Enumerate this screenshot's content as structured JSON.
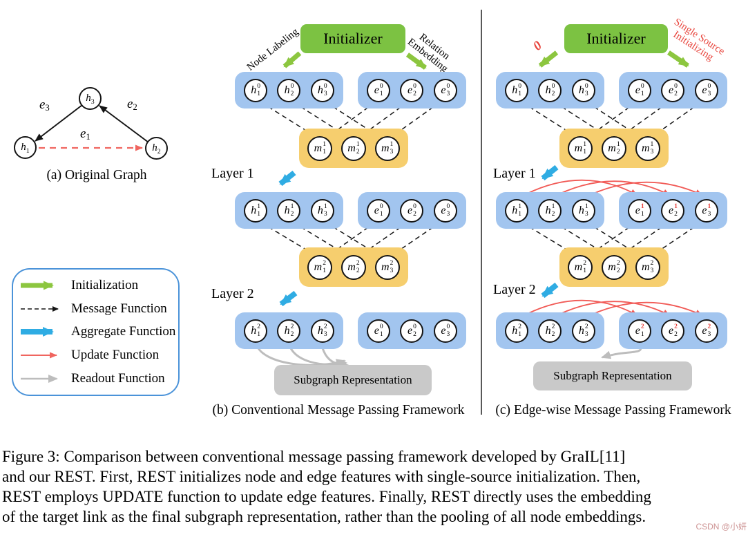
{
  "watermark": "CSDN @小妍",
  "panel_a": {
    "caption": "(a) Original Graph",
    "nodes": [
      {
        "b": "h",
        "sub": "1"
      },
      {
        "b": "h",
        "sub": "2"
      },
      {
        "b": "h",
        "sub": "3"
      }
    ],
    "edges": [
      {
        "b": "e",
        "sub": "1"
      },
      {
        "b": "e",
        "sub": "2"
      },
      {
        "b": "e",
        "sub": "3"
      }
    ]
  },
  "legend": {
    "items": [
      {
        "label": "Initialization",
        "arrow": "initialization-arrow",
        "color": "#8CC63F"
      },
      {
        "label": "Message Function",
        "arrow": "message-arrow",
        "color": "#151515"
      },
      {
        "label": "Aggregate Function",
        "arrow": "aggregate-arrow",
        "color": "#2FACE3"
      },
      {
        "label": "Update Function",
        "arrow": "update-arrow",
        "color": "#F0655F"
      },
      {
        "label": "Readout Function",
        "arrow": "readout-arrow",
        "color": "#BDBDBD"
      }
    ]
  },
  "panel_b": {
    "caption": "(b) Conventional Message Passing Framework",
    "initializer": "Initializer",
    "annotation_left": "Node Labeling",
    "annotation_right_1": "Relation",
    "annotation_right_2": "Embedding",
    "layer1": "Layer 1",
    "layer2": "Layer 2",
    "subgraph": "Subgraph Representation",
    "h0": [
      {
        "b": "h",
        "sub": "1",
        "sup": "0"
      },
      {
        "b": "h",
        "sub": "2",
        "sup": "0"
      },
      {
        "b": "h",
        "sub": "3",
        "sup": "0"
      }
    ],
    "e0": [
      {
        "b": "e",
        "sub": "1",
        "sup": "0"
      },
      {
        "b": "e",
        "sub": "2",
        "sup": "0"
      },
      {
        "b": "e",
        "sub": "3",
        "sup": "0"
      }
    ],
    "m1": [
      {
        "b": "m",
        "sub": "1",
        "sup": "1"
      },
      {
        "b": "m",
        "sub": "2",
        "sup": "1"
      },
      {
        "b": "m",
        "sub": "3",
        "sup": "1"
      }
    ],
    "h1": [
      {
        "b": "h",
        "sub": "1",
        "sup": "1"
      },
      {
        "b": "h",
        "sub": "2",
        "sup": "1"
      },
      {
        "b": "h",
        "sub": "3",
        "sup": "1"
      }
    ],
    "e0b": [
      {
        "b": "e",
        "sub": "1",
        "sup": "0"
      },
      {
        "b": "e",
        "sub": "2",
        "sup": "0"
      },
      {
        "b": "e",
        "sub": "3",
        "sup": "0"
      }
    ],
    "m2": [
      {
        "b": "m",
        "sub": "1",
        "sup": "2"
      },
      {
        "b": "m",
        "sub": "2",
        "sup": "2"
      },
      {
        "b": "m",
        "sub": "3",
        "sup": "2"
      }
    ],
    "h2": [
      {
        "b": "h",
        "sub": "1",
        "sup": "2"
      },
      {
        "b": "h",
        "sub": "2",
        "sup": "2"
      },
      {
        "b": "h",
        "sub": "3",
        "sup": "2"
      }
    ],
    "e0c": [
      {
        "b": "e",
        "sub": "1",
        "sup": "0"
      },
      {
        "b": "e",
        "sub": "2",
        "sup": "0"
      },
      {
        "b": "e",
        "sub": "3",
        "sup": "0"
      }
    ]
  },
  "panel_c": {
    "caption": "(c) Edge-wise Message Passing Framework",
    "initializer": "Initializer",
    "annotation_zero": "0",
    "annotation_right_1": "Single Source",
    "annotation_right_2": "Initializing",
    "layer1": "Layer 1",
    "layer2": "Layer 2",
    "subgraph": "Subgraph Representation",
    "h0": [
      {
        "b": "h",
        "sub": "1",
        "sup": "0"
      },
      {
        "b": "h",
        "sub": "2",
        "sup": "0"
      },
      {
        "b": "h",
        "sub": "3",
        "sup": "0"
      }
    ],
    "e0": [
      {
        "b": "e",
        "sub": "1",
        "sup": "0"
      },
      {
        "b": "e",
        "sub": "2",
        "sup": "0"
      },
      {
        "b": "e",
        "sub": "3",
        "sup": "0"
      }
    ],
    "m1": [
      {
        "b": "m",
        "sub": "1",
        "sup": "1"
      },
      {
        "b": "m",
        "sub": "2",
        "sup": "1"
      },
      {
        "b": "m",
        "sub": "3",
        "sup": "1"
      }
    ],
    "h1": [
      {
        "b": "h",
        "sub": "1",
        "sup": "1"
      },
      {
        "b": "h",
        "sub": "2",
        "sup": "1"
      },
      {
        "b": "h",
        "sub": "3",
        "sup": "1"
      }
    ],
    "e1": [
      {
        "b": "e",
        "sub": "1",
        "sup": "1",
        "supRed": true
      },
      {
        "b": "e",
        "sub": "2",
        "sup": "1",
        "supRed": true
      },
      {
        "b": "e",
        "sub": "3",
        "sup": "1",
        "supRed": true
      }
    ],
    "m2": [
      {
        "b": "m",
        "sub": "1",
        "sup": "2"
      },
      {
        "b": "m",
        "sub": "2",
        "sup": "2"
      },
      {
        "b": "m",
        "sub": "3",
        "sup": "2"
      }
    ],
    "h2": [
      {
        "b": "h",
        "sub": "1",
        "sup": "2"
      },
      {
        "b": "h",
        "sub": "2",
        "sup": "2"
      },
      {
        "b": "h",
        "sub": "3",
        "sup": "2"
      }
    ],
    "e2": [
      {
        "b": "e",
        "sub": "1",
        "sup": "2",
        "supRed": true
      },
      {
        "b": "e",
        "sub": "2",
        "sup": "2",
        "supRed": true
      },
      {
        "b": "e",
        "sub": "3",
        "sup": "2",
        "supRed": true
      }
    ]
  },
  "figure_caption": {
    "lines": [
      "Figure 3: Comparison between conventional message passing framework developed by GraIL[11]",
      "and our REST. First, REST initializes node and edge features with single-source initialization. Then,",
      "REST employs UPDATE function to update edge features. Finally, REST directly uses the embedding",
      "of the target link as the final subgraph representation, rather than the pooling of all node embeddings."
    ]
  }
}
